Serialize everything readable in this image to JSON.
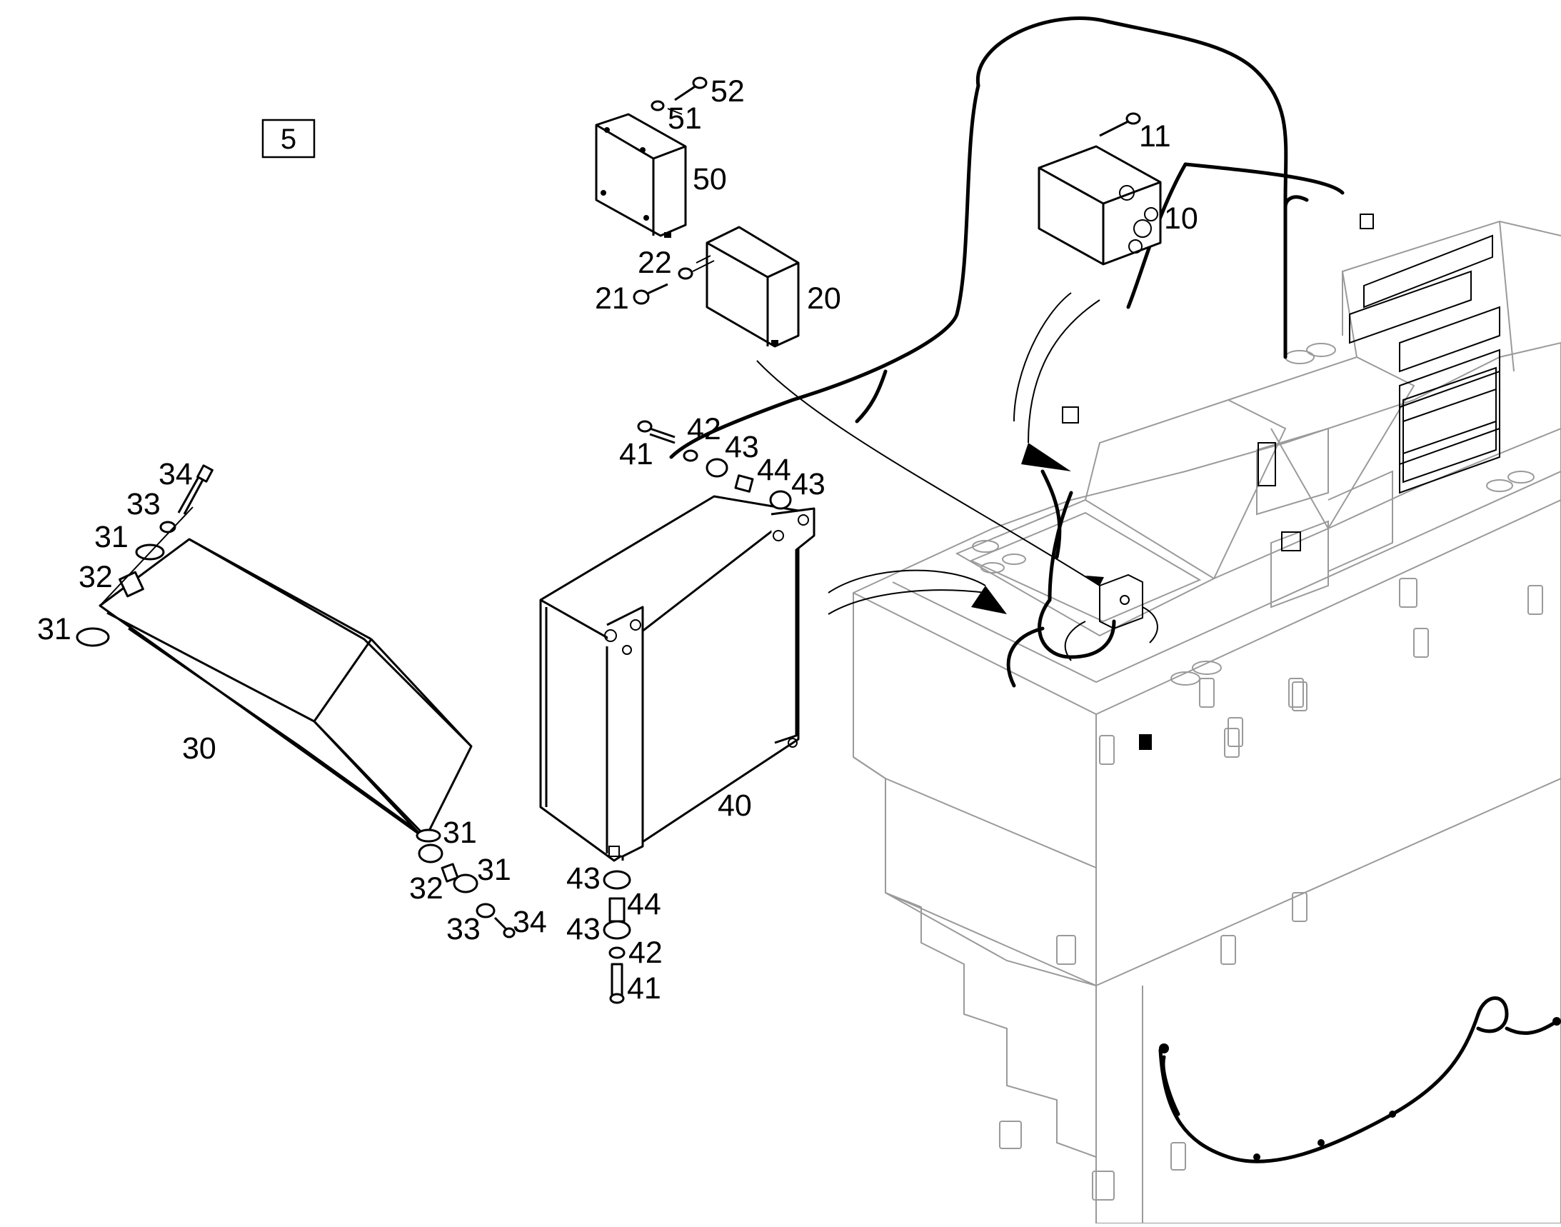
{
  "diagram": {
    "frame_label": "5",
    "callouts": {
      "c10": "10",
      "c11": "11",
      "c20": "20",
      "c21": "21",
      "c22": "22",
      "c30": "30",
      "c31a": "31",
      "c31b": "31",
      "c31c": "31",
      "c31d": "31",
      "c32a": "32",
      "c32b": "32",
      "c33a": "33",
      "c33b": "33",
      "c34a": "34",
      "c34b": "34",
      "c40": "40",
      "c41a": "41",
      "c41b": "41",
      "c42a": "42",
      "c42b": "42",
      "c43a": "43",
      "c43b": "43",
      "c43c": "43",
      "c43d": "43",
      "c44a": "44",
      "c44b": "44",
      "c50": "50",
      "c51": "51",
      "c52": "52"
    }
  }
}
